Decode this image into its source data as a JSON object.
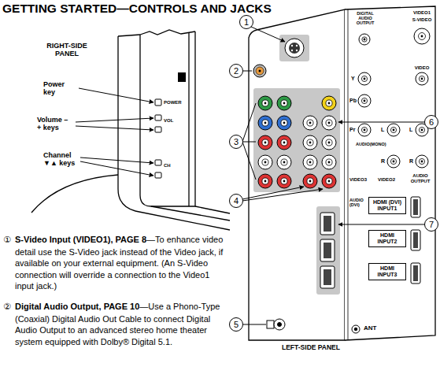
{
  "diagram": {
    "title": "GETTING STARTED—CONTROLS AND JACKS",
    "nodes": [
      {
        "text": [
          "1"
        ]
      },
      {
        "text": [
          "2"
        ]
      },
      {
        "text": [
          "3"
        ]
      },
      {
        "text": [
          "4"
        ]
      },
      {
        "text": [
          "5"
        ]
      },
      {
        "text": [
          "6"
        ]
      },
      {
        "text": [
          "7"
        ]
      },
      {
        "text": [
          "HDMI (DVI) INPUT1"
        ]
      },
      {
        "text": [
          "HDMI INPUT2"
        ]
      },
      {
        "text": [
          "HDMI INPUT3"
        ]
      }
    ],
    "labels": [
      "RIGHT-SIDE PANEL",
      "Power key",
      "Volume – + keys",
      "Channel ▼▲ keys",
      "POWER",
      "VOL",
      "CH",
      "DIGITAL AUDIO OUTPUT",
      "VIDEO1",
      "S-VIDEO",
      "VIDEO",
      "Y",
      "Pb",
      "Pr",
      "L",
      "L",
      "AUDIO(MONO)",
      "R",
      "R",
      "VIDEO3",
      "VIDEO2",
      "AUDIO OUTPUT",
      "AUDIO (DVI)",
      "ANT",
      "LEFT-SIDE PANEL",
      "①",
      "S-Video Input (VIDEO1), PAGE 8",
      "—To enhance video detail use the S-Video jack instead of the Video jack, if available on your external equipment. (An S-Video connection will override a connection to the Video1 input jack.)",
      "②",
      "Digital Audio Output, PAGE 10",
      "—Use a Phono-Type (Coaxial) Digital Audio Out Cable to connect Digital Audio Output to an advanced stereo home theater system equipped with Dolby® Digital 5.1."
    ]
  }
}
